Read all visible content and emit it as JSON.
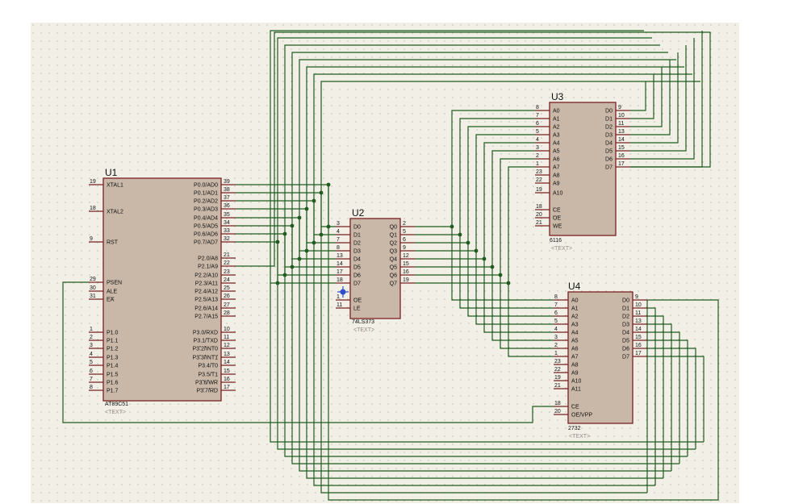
{
  "colors": {
    "grid_bg": "#f1efe6",
    "grid_dot": "#b9b6a8",
    "chip_fill": "#c9b8a8",
    "chip_border": "#7a2020",
    "wire": "#1f5c1f"
  },
  "u1": {
    "ref": "U1",
    "part": "AT89C51",
    "text": "<TEXT>",
    "left_pins": [
      {
        "num": "19",
        "label": "XTAL1"
      },
      {
        "num": "18",
        "label": "XTAL2"
      },
      {
        "num": "9",
        "label": "RST"
      },
      {
        "num": "29",
        "label": "PSEN"
      },
      {
        "num": "30",
        "label": "ALE"
      },
      {
        "num": "31",
        "label": "EA"
      },
      {
        "num": "1",
        "label": "P1.0"
      },
      {
        "num": "2",
        "label": "P1.1"
      },
      {
        "num": "3",
        "label": "P1.2"
      },
      {
        "num": "4",
        "label": "P1.3"
      },
      {
        "num": "5",
        "label": "P1.4"
      },
      {
        "num": "6",
        "label": "P1.5"
      },
      {
        "num": "7",
        "label": "P1.6"
      },
      {
        "num": "8",
        "label": "P1.7"
      }
    ],
    "right_pins": [
      {
        "num": "39",
        "label": "P0.0/AD0"
      },
      {
        "num": "38",
        "label": "P0.1/AD1"
      },
      {
        "num": "37",
        "label": "P0.2/AD2"
      },
      {
        "num": "36",
        "label": "P0.3/AD3"
      },
      {
        "num": "35",
        "label": "P0.4/AD4"
      },
      {
        "num": "34",
        "label": "P0.5/AD5"
      },
      {
        "num": "33",
        "label": "P0.6/AD6"
      },
      {
        "num": "32",
        "label": "P0.7/AD7"
      },
      {
        "num": "21",
        "label": "P2.0/A8"
      },
      {
        "num": "22",
        "label": "P2.1/A9"
      },
      {
        "num": "23",
        "label": "P2.2/A10"
      },
      {
        "num": "24",
        "label": "P2.3/A11"
      },
      {
        "num": "25",
        "label": "P2.4/A12"
      },
      {
        "num": "26",
        "label": "P2.5/A13"
      },
      {
        "num": "27",
        "label": "P2.6/A14"
      },
      {
        "num": "28",
        "label": "P2.7/A15"
      },
      {
        "num": "10",
        "label": "P3.0/RXD"
      },
      {
        "num": "11",
        "label": "P3.1/TXD"
      },
      {
        "num": "12",
        "label": "P3.2/INT0"
      },
      {
        "num": "13",
        "label": "P3.3/INT1"
      },
      {
        "num": "14",
        "label": "P3.4/T0"
      },
      {
        "num": "15",
        "label": "P3.5/T1"
      },
      {
        "num": "16",
        "label": "P3.6/WR"
      },
      {
        "num": "17",
        "label": "P3.7/RD"
      }
    ]
  },
  "u2": {
    "ref": "U2",
    "part": "74LS373",
    "text": "<TEXT>",
    "left_pins": [
      {
        "num": "3",
        "label": "D0"
      },
      {
        "num": "4",
        "label": "D1"
      },
      {
        "num": "7",
        "label": "D2"
      },
      {
        "num": "8",
        "label": "D3"
      },
      {
        "num": "13",
        "label": "D4"
      },
      {
        "num": "14",
        "label": "D5"
      },
      {
        "num": "17",
        "label": "D6"
      },
      {
        "num": "18",
        "label": "D7"
      },
      {
        "num": "1",
        "label": "OE"
      },
      {
        "num": "11",
        "label": "LE"
      }
    ],
    "right_pins": [
      {
        "num": "2",
        "label": "Q0"
      },
      {
        "num": "5",
        "label": "Q1"
      },
      {
        "num": "6",
        "label": "Q2"
      },
      {
        "num": "9",
        "label": "Q3"
      },
      {
        "num": "12",
        "label": "Q4"
      },
      {
        "num": "15",
        "label": "Q5"
      },
      {
        "num": "16",
        "label": "Q6"
      },
      {
        "num": "19",
        "label": "Q7"
      }
    ]
  },
  "u3": {
    "ref": "U3",
    "part": "6116",
    "text": "<TEXT>",
    "left_pins": [
      {
        "num": "8",
        "label": "A0"
      },
      {
        "num": "7",
        "label": "A1"
      },
      {
        "num": "6",
        "label": "A2"
      },
      {
        "num": "5",
        "label": "A3"
      },
      {
        "num": "4",
        "label": "A4"
      },
      {
        "num": "3",
        "label": "A5"
      },
      {
        "num": "2",
        "label": "A6"
      },
      {
        "num": "1",
        "label": "A7"
      },
      {
        "num": "23",
        "label": "A8"
      },
      {
        "num": "22",
        "label": "A9"
      },
      {
        "num": "19",
        "label": "A10"
      },
      {
        "num": "18",
        "label": "CE"
      },
      {
        "num": "20",
        "label": "OE"
      },
      {
        "num": "21",
        "label": "WE"
      }
    ],
    "right_pins": [
      {
        "num": "9",
        "label": "D0"
      },
      {
        "num": "10",
        "label": "D1"
      },
      {
        "num": "11",
        "label": "D2"
      },
      {
        "num": "13",
        "label": "D3"
      },
      {
        "num": "14",
        "label": "D4"
      },
      {
        "num": "15",
        "label": "D5"
      },
      {
        "num": "16",
        "label": "D6"
      },
      {
        "num": "17",
        "label": "D7"
      }
    ]
  },
  "u4": {
    "ref": "U4",
    "part": "2732",
    "text": "<TEXT>",
    "left_pins": [
      {
        "num": "8",
        "label": "A0"
      },
      {
        "num": "7",
        "label": "A1"
      },
      {
        "num": "6",
        "label": "A2"
      },
      {
        "num": "5",
        "label": "A3"
      },
      {
        "num": "4",
        "label": "A4"
      },
      {
        "num": "3",
        "label": "A5"
      },
      {
        "num": "2",
        "label": "A6"
      },
      {
        "num": "1",
        "label": "A7"
      },
      {
        "num": "23",
        "label": "A8"
      },
      {
        "num": "22",
        "label": "A9"
      },
      {
        "num": "19",
        "label": "A10"
      },
      {
        "num": "21",
        "label": "A11"
      },
      {
        "num": "18",
        "label": "CE"
      },
      {
        "num": "20",
        "label": "OE/VPP"
      }
    ],
    "right_pins": [
      {
        "num": "9",
        "label": "D0"
      },
      {
        "num": "10",
        "label": "D1"
      },
      {
        "num": "11",
        "label": "D2"
      },
      {
        "num": "13",
        "label": "D3"
      },
      {
        "num": "14",
        "label": "D4"
      },
      {
        "num": "15",
        "label": "D5"
      },
      {
        "num": "16",
        "label": "D6"
      },
      {
        "num": "17",
        "label": "D7"
      }
    ]
  }
}
